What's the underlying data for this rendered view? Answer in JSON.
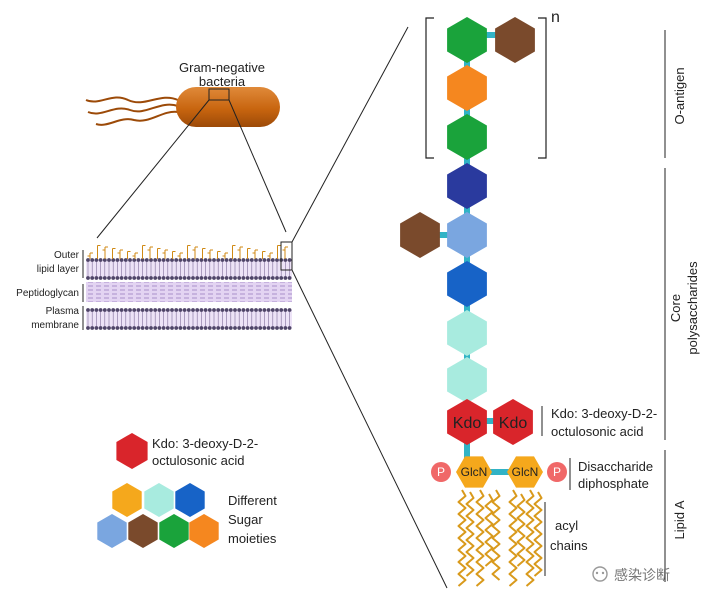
{
  "bacteria": {
    "title_line1": "Gram-negative",
    "title_line2": "bacteria"
  },
  "membrane_labels": {
    "outer_line1": "Outer",
    "outer_line2": "lipid layer",
    "peptidoglycan": "Peptidoglycan",
    "plasma_line1": "Plasma",
    "plasma_line2": "membrane"
  },
  "legend": {
    "kdo_line1": "Kdo: 3-deoxy-D-2-",
    "kdo_line2": "octulosonic acid",
    "sugar_line1": "Different",
    "sugar_line2": "Sugar",
    "sugar_line3": "moieties"
  },
  "lps": {
    "repeat_label": "n",
    "kdo_label": "Kdo",
    "glcn_label": "GlcN",
    "phosphate_label": "P",
    "kdo_desc_line1": "Kdo: 3-deoxy-D-2-",
    "kdo_desc_line2": "octulosonic acid",
    "disaccharide_line1": "Disaccharide",
    "disaccharide_line2": "diphosphate",
    "acyl_line1": "acyl",
    "acyl_line2": "chains"
  },
  "regions": {
    "o_antigen": "O-antigen",
    "core_line1": "Core",
    "core_line2": "polysaccharides",
    "lipid_a": "Lipid A"
  },
  "watermark": {
    "text": "感染诊断"
  },
  "colors": {
    "green": "#1aa33b",
    "brown": "#7a4a2c",
    "orange": "#f5871f",
    "navy": "#2a3a9e",
    "light_blue": "#7aa6e0",
    "blue": "#1763c7",
    "mint": "#a8ebdf",
    "red": "#d9252b",
    "yellow": "#f5a81c",
    "link": "#31b3c6",
    "bacterium": "#c8650f",
    "pink": "#f06868"
  }
}
